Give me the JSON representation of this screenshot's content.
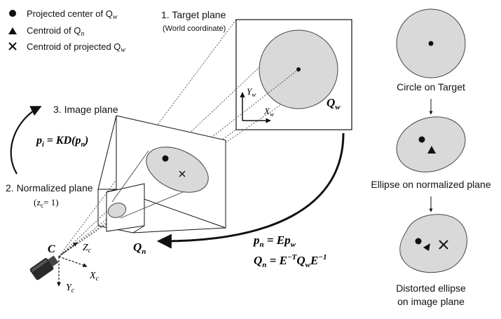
{
  "legend": {
    "projected_center": "Projected center of Q",
    "projected_center_sub": "w",
    "centroid_qn": "Centroid of Q",
    "centroid_qn_sub": "n",
    "centroid_projected": "Centroid of projected Q",
    "centroid_projected_sub": "w"
  },
  "target_plane": {
    "title": "1. Target plane",
    "subtitle": "(World coordinate)",
    "label": "Q",
    "label_sub": "w",
    "axis_x": "X",
    "axis_x_sub": "w",
    "axis_y": "Y",
    "axis_y_sub": "w"
  },
  "image_plane": {
    "title": "3. Image plane",
    "eq_lhs": "p",
    "eq_lhs_sub": "i",
    "eq_rhs": " = KD(p",
    "eq_rhs_sub": "n",
    "eq_close": ")"
  },
  "normalized_plane": {
    "title": "2. Normalized plane",
    "zc_open": "(z",
    "zc_sub": "c",
    "zc_close": "= 1)"
  },
  "camera": {
    "label": "C",
    "axis_z": "Z",
    "axis_z_sub": "c",
    "axis_x": "X",
    "axis_x_sub": "c",
    "axis_y": "Y",
    "axis_y_sub": "c"
  },
  "qn_label": "Q",
  "qn_label_sub": "n",
  "equations": {
    "eq1_lhs": "p",
    "eq1_lhs_sub": "n",
    "eq1_mid": " = Ep",
    "eq1_mid_sub": "w",
    "eq2_lhs": "Q",
    "eq2_lhs_sub": "n",
    "eq2_mid": " = E",
    "eq2_sup1": "−T",
    "eq2_q": "Q",
    "eq2_q_sub": "w",
    "eq2_e": "E",
    "eq2_sup2": "−1"
  },
  "right_panel": {
    "circle_caption": "Circle on Target",
    "ellipse_caption": "Ellipse on normalized plane",
    "distorted_caption_1": "Distorted ellipse",
    "distorted_caption_2": "on image plane"
  },
  "colors": {
    "shape_fill": "#d9d9d9",
    "stroke": "#222222",
    "text": "#111111"
  }
}
